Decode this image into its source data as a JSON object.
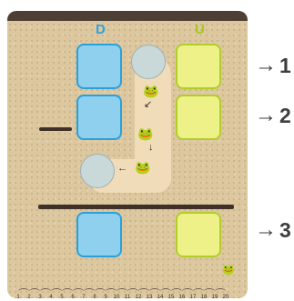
{
  "columns": [
    "D",
    "U"
  ],
  "row_labels": [
    "1",
    "2",
    "3"
  ],
  "operator": "minus",
  "ruler_ticks": [
    "1",
    "2",
    "3",
    "4",
    "5",
    "6",
    "7",
    "8",
    "9",
    "10",
    "11",
    "12",
    "13",
    "14",
    "15",
    "16",
    "17",
    "18",
    "19",
    "20"
  ],
  "icons": {
    "frog": "frog-icon",
    "arrow": "arrow-right-icon"
  },
  "colors": {
    "tens": "#2aa0db",
    "units": "#b2cd2a",
    "board": "#dcc79f",
    "header": "#4d3f34"
  }
}
